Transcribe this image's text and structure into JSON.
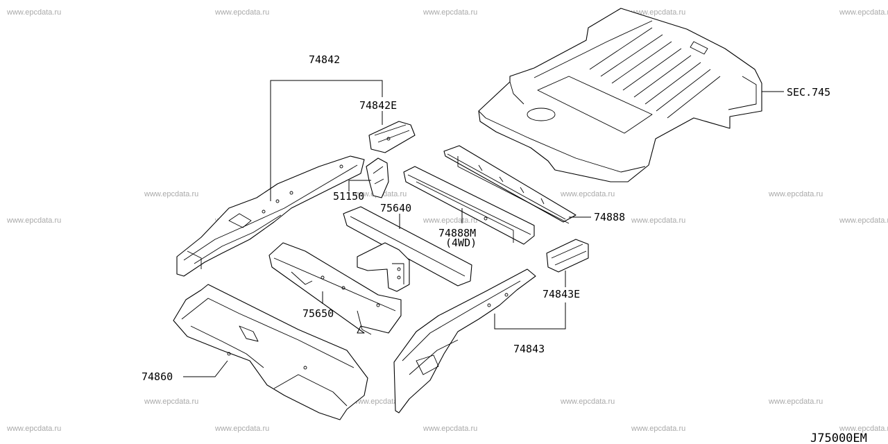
{
  "watermark": "www.epcdata.ru",
  "drawing_code": "J75000EM",
  "callouts": {
    "p74842": "74842",
    "p74842e": "74842E",
    "p51150": "51150",
    "p75640": "75640",
    "p74888m": "74888M",
    "p74888m_note": "(4WD)",
    "p74888": "74888",
    "p75650": "75650",
    "p74843e": "74843E",
    "p74843": "74843",
    "p74860": "74860",
    "sec745": "SEC.745"
  }
}
